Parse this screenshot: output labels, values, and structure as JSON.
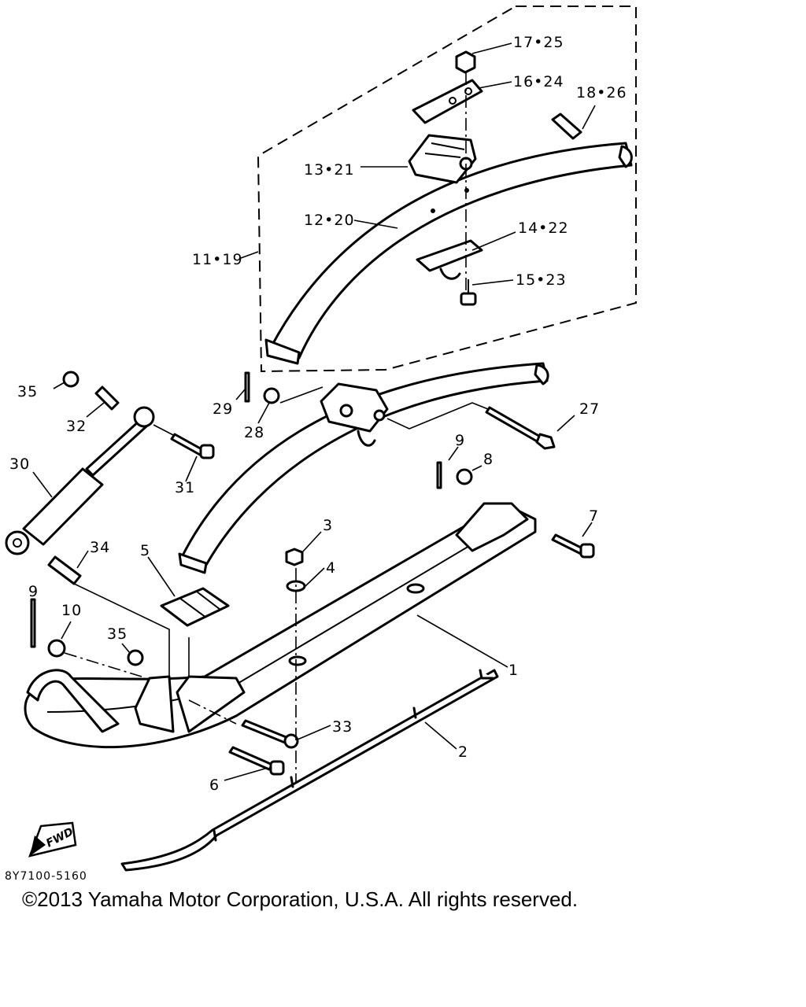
{
  "drawing_code": "8Y7100-5160",
  "fwd_marker": "FWD",
  "copyright": "©2013 Yamaha Motor Corporation, U.S.A. All rights reserved.",
  "callouts": {
    "c1": "1",
    "c2": "2",
    "c3": "3",
    "c4": "4",
    "c5": "5",
    "c6": "6",
    "c7": "7",
    "c8": "8",
    "c9a": "9",
    "c9b": "9",
    "c10": "10",
    "c11_19": "11•19",
    "c12_20": "12•20",
    "c13_21": "13•21",
    "c14_22": "14•22",
    "c15_23": "15•23",
    "c16_24": "16•24",
    "c17_25": "17•25",
    "c18_26": "18•26",
    "c27": "27",
    "c28": "28",
    "c29": "29",
    "c30": "30",
    "c31": "31",
    "c32": "32",
    "c33": "33",
    "c34": "34",
    "c35a": "35",
    "c35b": "35"
  }
}
